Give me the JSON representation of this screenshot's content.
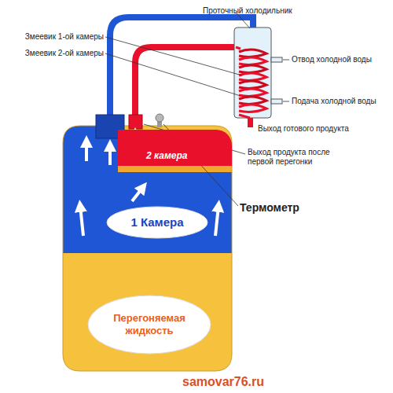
{
  "diagram": {
    "nodes": [
      {
        "text": [
          "2 камера"
        ]
      },
      {
        "text": [
          "1 Камера"
        ]
      },
      {
        "text": [
          "Перегоняемая жидкость"
        ]
      }
    ],
    "labels": [
      "Проточный холодильник",
      "Змеевик 1-ой камеры",
      "Змеевик 2-ой камеры",
      "Отвод холодной воды",
      "Подача холодной воды",
      "Выход готового продукта",
      "Выход продукта после первой перегонки",
      "Термометр",
      "samovar76.ru"
    ]
  }
}
